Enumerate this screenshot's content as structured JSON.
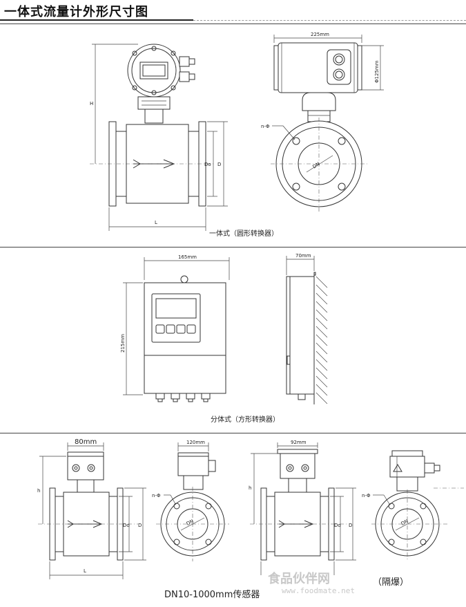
{
  "page": {
    "title": "一体式流量计外形尺寸图"
  },
  "section1": {
    "caption": "一体式（圆形转换器）",
    "dim_width": "225mm",
    "dim_height": "Φ125mm",
    "label_H": "H",
    "label_L": "L",
    "label_Do": "Do",
    "label_D": "D",
    "label_nphi": "n-Φ",
    "label_DN": "DN"
  },
  "section2": {
    "caption": "分体式（方形转换器）",
    "dim_width": "165mm",
    "dim_height": "215mm",
    "dim_depth": "70mm"
  },
  "section3": {
    "dim_a": "80mm",
    "dim_b": "120mm",
    "dim_c": "92mm",
    "label_h": "h",
    "label_L": "L",
    "label_Do": "Do",
    "label_D": "D",
    "label_nphi": "n-Φ",
    "label_DN": "DN",
    "explosion_label": "（隔爆）",
    "caption": "DN10-1000mm传感器",
    "watermark_cn": "食品伙伴网",
    "watermark_url": "www.foodmate.net"
  }
}
